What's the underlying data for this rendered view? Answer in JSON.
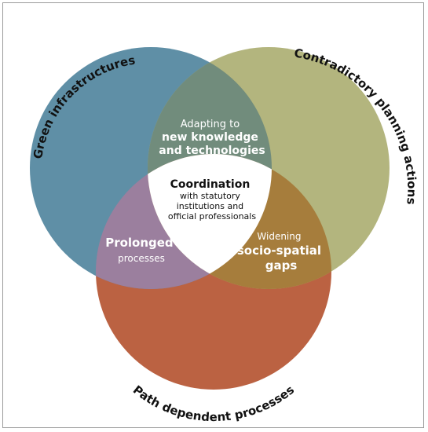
{
  "diagram": {
    "type": "venn-3",
    "circles": [
      {
        "name": "Green infrastructures",
        "color": "#5f8fa6"
      },
      {
        "name": "Contradictory planning actions",
        "color": "#b3b57e"
      },
      {
        "name": "Path dependent processes",
        "color": "#bb6242"
      }
    ],
    "intersections": {
      "green_contradictory": [
        "Adapting to",
        "new knowledge",
        "and technologies"
      ],
      "green_path": [
        "Prolonged",
        "processes"
      ],
      "contradictory_path": [
        "Widening",
        "socio-spatial",
        "gaps"
      ],
      "center": [
        "Coordination",
        "with statutory",
        "institutions and",
        "official professionals"
      ]
    },
    "colors": {
      "green_contradictory": "#718c7c",
      "green_path": "#9b7f9e",
      "contradictory_path": "#a67d3c",
      "center": "#ffffff"
    }
  }
}
